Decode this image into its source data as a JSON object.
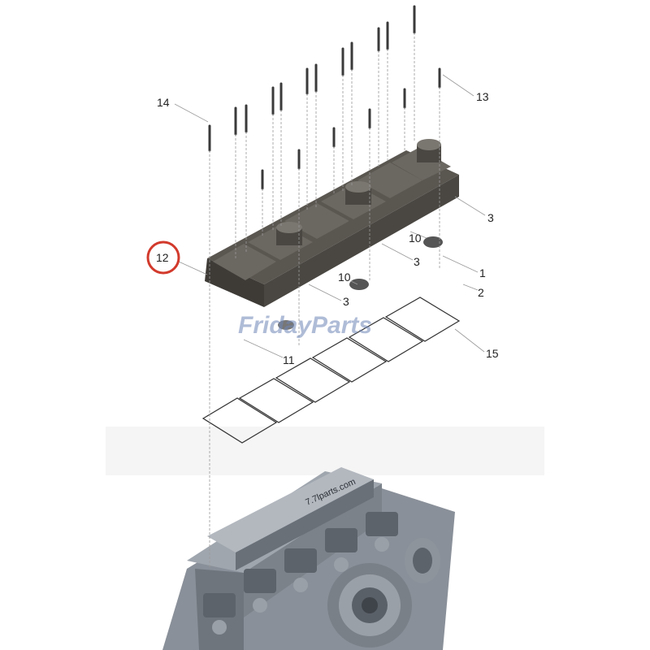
{
  "diagram": {
    "callouts": [
      {
        "id": "c14",
        "label": "14"
      },
      {
        "id": "c13",
        "label": "13"
      },
      {
        "id": "c3a",
        "label": "3"
      },
      {
        "id": "c10a",
        "label": "10"
      },
      {
        "id": "c3b",
        "label": "3"
      },
      {
        "id": "c1",
        "label": "1"
      },
      {
        "id": "c12",
        "label": "12"
      },
      {
        "id": "c10b",
        "label": "10"
      },
      {
        "id": "c2",
        "label": "2"
      },
      {
        "id": "c3c",
        "label": "3"
      },
      {
        "id": "c11",
        "label": "11"
      },
      {
        "id": "c15",
        "label": "15"
      }
    ],
    "highlighted_callout": "12",
    "highlight_color": "#d23a2c"
  },
  "watermark": {
    "text": "FridayParts",
    "color": "#6f86b8"
  },
  "engine_casting_text": "7.7lparts.com",
  "colors": {
    "cover": "#5a5650",
    "cover_dark": "#3e3b37",
    "engine": "#8a9099",
    "engine_dark": "#5d636b"
  }
}
